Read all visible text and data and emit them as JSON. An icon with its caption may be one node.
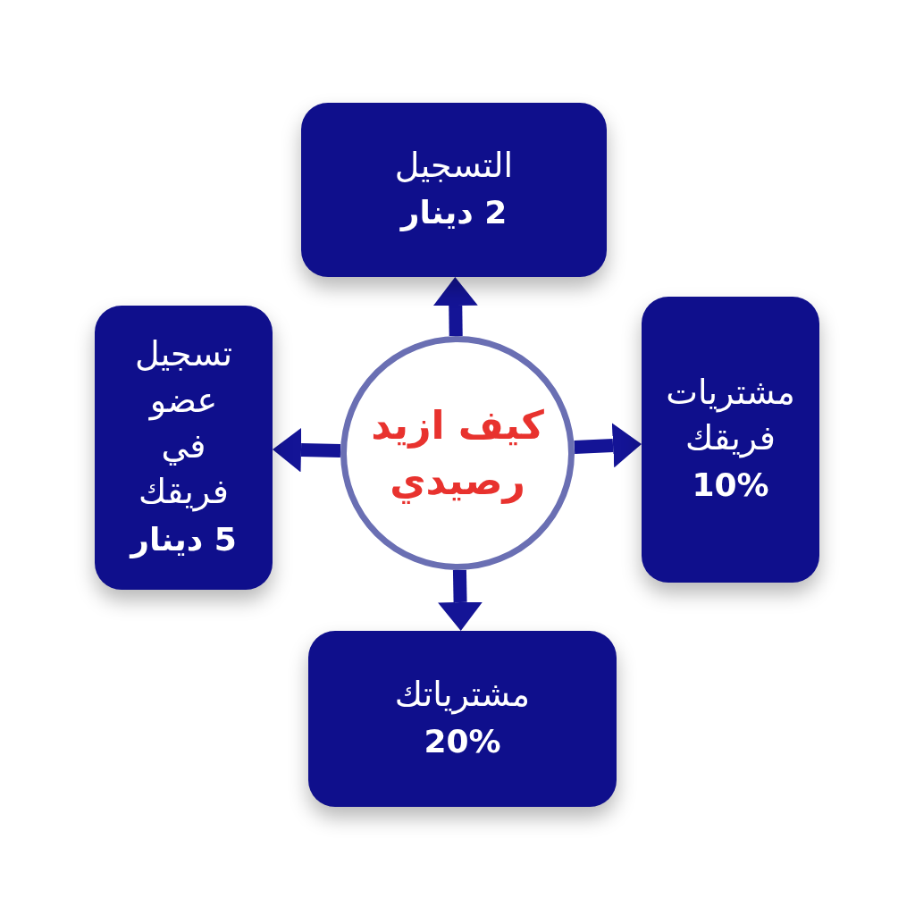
{
  "diagram": {
    "nodes": [
      {
        "text": [
          "كيف ازيد رصيدي"
        ]
      },
      {
        "text": [
          "التسجيل",
          "2 دينار"
        ]
      },
      {
        "text": [
          "مشتريات فريقك",
          "10%"
        ]
      },
      {
        "text": [
          "مشترياتك",
          "20%"
        ]
      },
      {
        "text": [
          "تسجيل عضو في فريقك",
          "5 دينار"
        ]
      }
    ],
    "edges": [
      {
        "from": 0,
        "to": 1,
        "arrow": "to"
      },
      {
        "from": 0,
        "to": 2,
        "arrow": "to"
      },
      {
        "from": 0,
        "to": 3,
        "arrow": "to"
      },
      {
        "from": 0,
        "to": 4,
        "arrow": "to"
      }
    ]
  }
}
